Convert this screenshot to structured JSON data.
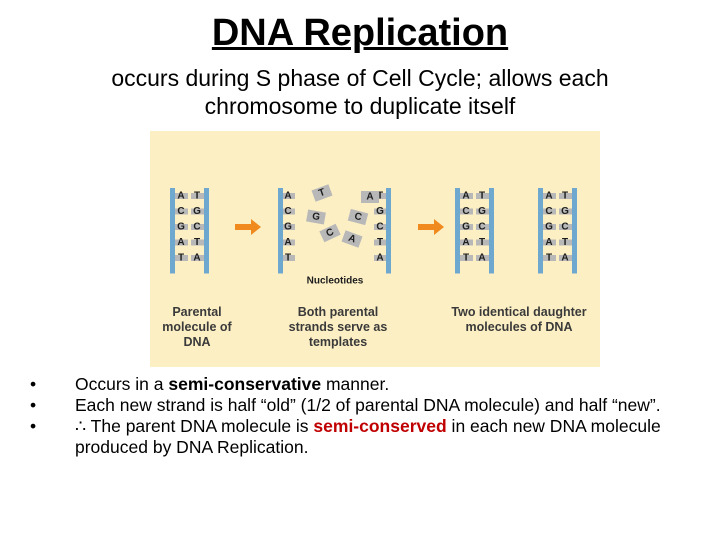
{
  "slide": {
    "title": "DNA Replication",
    "subtitle": "occurs during S phase of Cell Cycle; allows each chromosome to duplicate itself"
  },
  "figure": {
    "colors": {
      "background": "#fcefc4",
      "strand": "#6fa8cf",
      "base": "#b8b8b8",
      "arrow": "#f08a1e",
      "text": "#3a3a3a"
    },
    "parental_pairs": [
      [
        "A",
        "T"
      ],
      [
        "C",
        "G"
      ],
      [
        "G",
        "C"
      ],
      [
        "A",
        "T"
      ],
      [
        "T",
        "A"
      ]
    ],
    "nucleotides_label": "Nucleotides",
    "free_nucleotides": [
      "T",
      "G",
      "C",
      "C",
      "A",
      "A"
    ],
    "captions": {
      "parental": "Parental molecule of DNA",
      "templates": "Both parental strands serve as templates",
      "daughters": "Two identical daughter molecules of DNA"
    }
  },
  "bullets": [
    {
      "marker": "•",
      "before": "Occurs in a ",
      "highlight": "semi-conservative",
      "after": " manner."
    },
    {
      "marker": "•",
      "before": "Each new strand is half “old” (1/2 of parental DNA molecule) and half “new”.",
      "highlight": "",
      "after": ""
    },
    {
      "marker": "•",
      "before": "∴ The parent DNA molecule is ",
      "highlight": "semi-conserved",
      "after": " in each new DNA molecule produced by DNA Replication."
    }
  ]
}
